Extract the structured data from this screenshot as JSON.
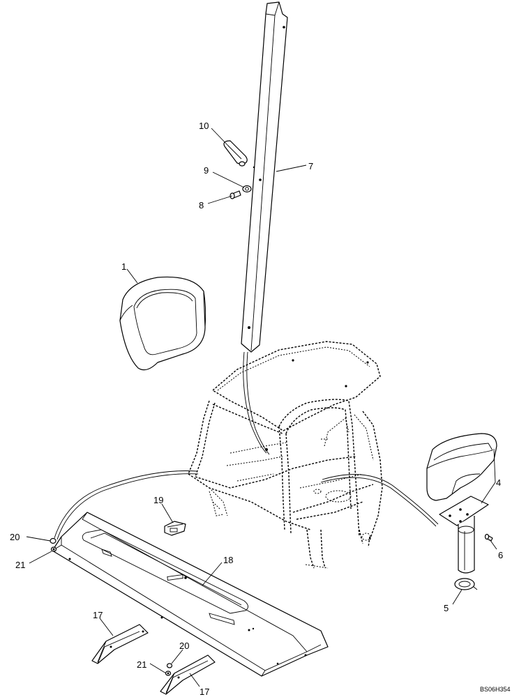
{
  "diagram": {
    "drawing_ref": "BS06H354",
    "callouts": [
      {
        "id": "c1",
        "label": "1"
      },
      {
        "id": "c4",
        "label": "4"
      },
      {
        "id": "c5",
        "label": "5"
      },
      {
        "id": "c6",
        "label": "6"
      },
      {
        "id": "c7",
        "label": "7"
      },
      {
        "id": "c8",
        "label": "8"
      },
      {
        "id": "c9",
        "label": "9"
      },
      {
        "id": "c10",
        "label": "10"
      },
      {
        "id": "c17a",
        "label": "17"
      },
      {
        "id": "c17b",
        "label": "17"
      },
      {
        "id": "c18",
        "label": "18"
      },
      {
        "id": "c19",
        "label": "19"
      },
      {
        "id": "c20a",
        "label": "20"
      },
      {
        "id": "c20b",
        "label": "20"
      },
      {
        "id": "c21a",
        "label": "21"
      },
      {
        "id": "c21b",
        "label": "21"
      }
    ]
  }
}
